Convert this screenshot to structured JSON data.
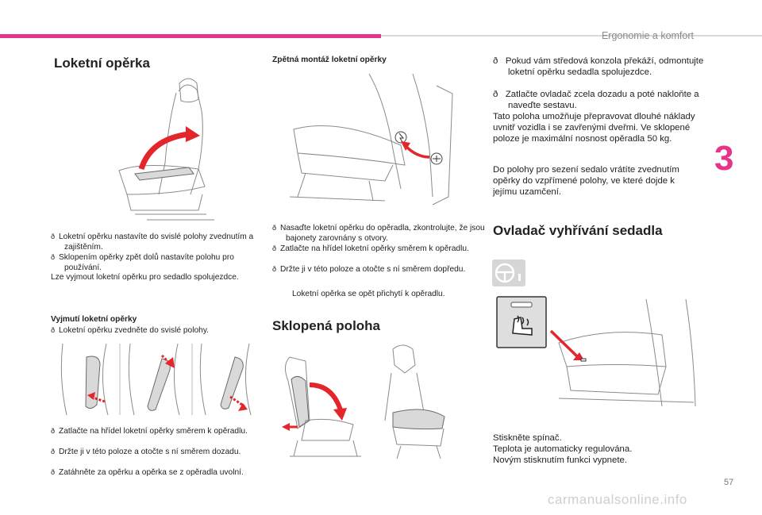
{
  "header": {
    "section": "Ergonomie a komfort",
    "chapter": "3",
    "page": "57"
  },
  "footer": {
    "watermark": "carmanualsonline.info"
  },
  "col1": {
    "title": "Loketní opěrka",
    "bullets": [
      "Loketní opěrku nastavíte do svislé polohy zvednutím a zajištěním.",
      "Sklopením opěrky zpět dolů nastavíte polohu pro používání."
    ],
    "note": "Lze vyjmout loketní opěrku pro sedadlo spolujezdce.",
    "remove_title": "Vyjmutí loketní opěrky",
    "remove_bullet": "Loketní opěrku zvedněte do svislé polohy.",
    "steps": [
      "Zatlačte na hřídel loketní opěrky směrem k opěradlu.",
      "Držte ji v této poloze a otočte s ní směrem dozadu.",
      "Zatáhněte za opěrku a opěrka se z opěradla uvolní."
    ]
  },
  "col2": {
    "refit_title": "Zpětná montáž loketní opěrky",
    "steps": [
      "Nasaďte loketní opěrku do opěradla, zkontrolujte, že jsou bajonety zarovnány s otvory.",
      "Zatlačte na hřídel loketní opěrky směrem k opěradlu.",
      "Držte ji v této poloze a otočte s ní směrem dopředu."
    ],
    "note": "Loketní opěrka se opět přichytí k opěradlu.",
    "fold_title": "Sklopená poloha"
  },
  "col3": {
    "bullets": [
      "Pokud vám středová konzola překáží, odmontujte loketní opěrku sedadla spolujezdce.",
      "Zatlačte ovladač zcela dozadu a poté nakloňte a naveďte sestavu."
    ],
    "para1": "Tato poloha umožňuje přepravovat dlouhé náklady uvnitř vozidla i se zavřenými dveřmi. Ve sklopené poloze je maximální nosnost opěradla 50 kg.",
    "para2": "Do polohy pro sezení sedalo vrátíte zvednutím opěrky do vzpřímené polohy, ve které dojde k jejímu uzamčení.",
    "heat_title": "Ovladač vyhřívání sedadla",
    "heat_lines": [
      "Stiskněte spínač.",
      "Teplota je automaticky regulována.",
      "Novým stisknutím funkci vypnete."
    ]
  },
  "colors": {
    "accent": "#e4358a",
    "arrow_red": "#e3262b"
  }
}
